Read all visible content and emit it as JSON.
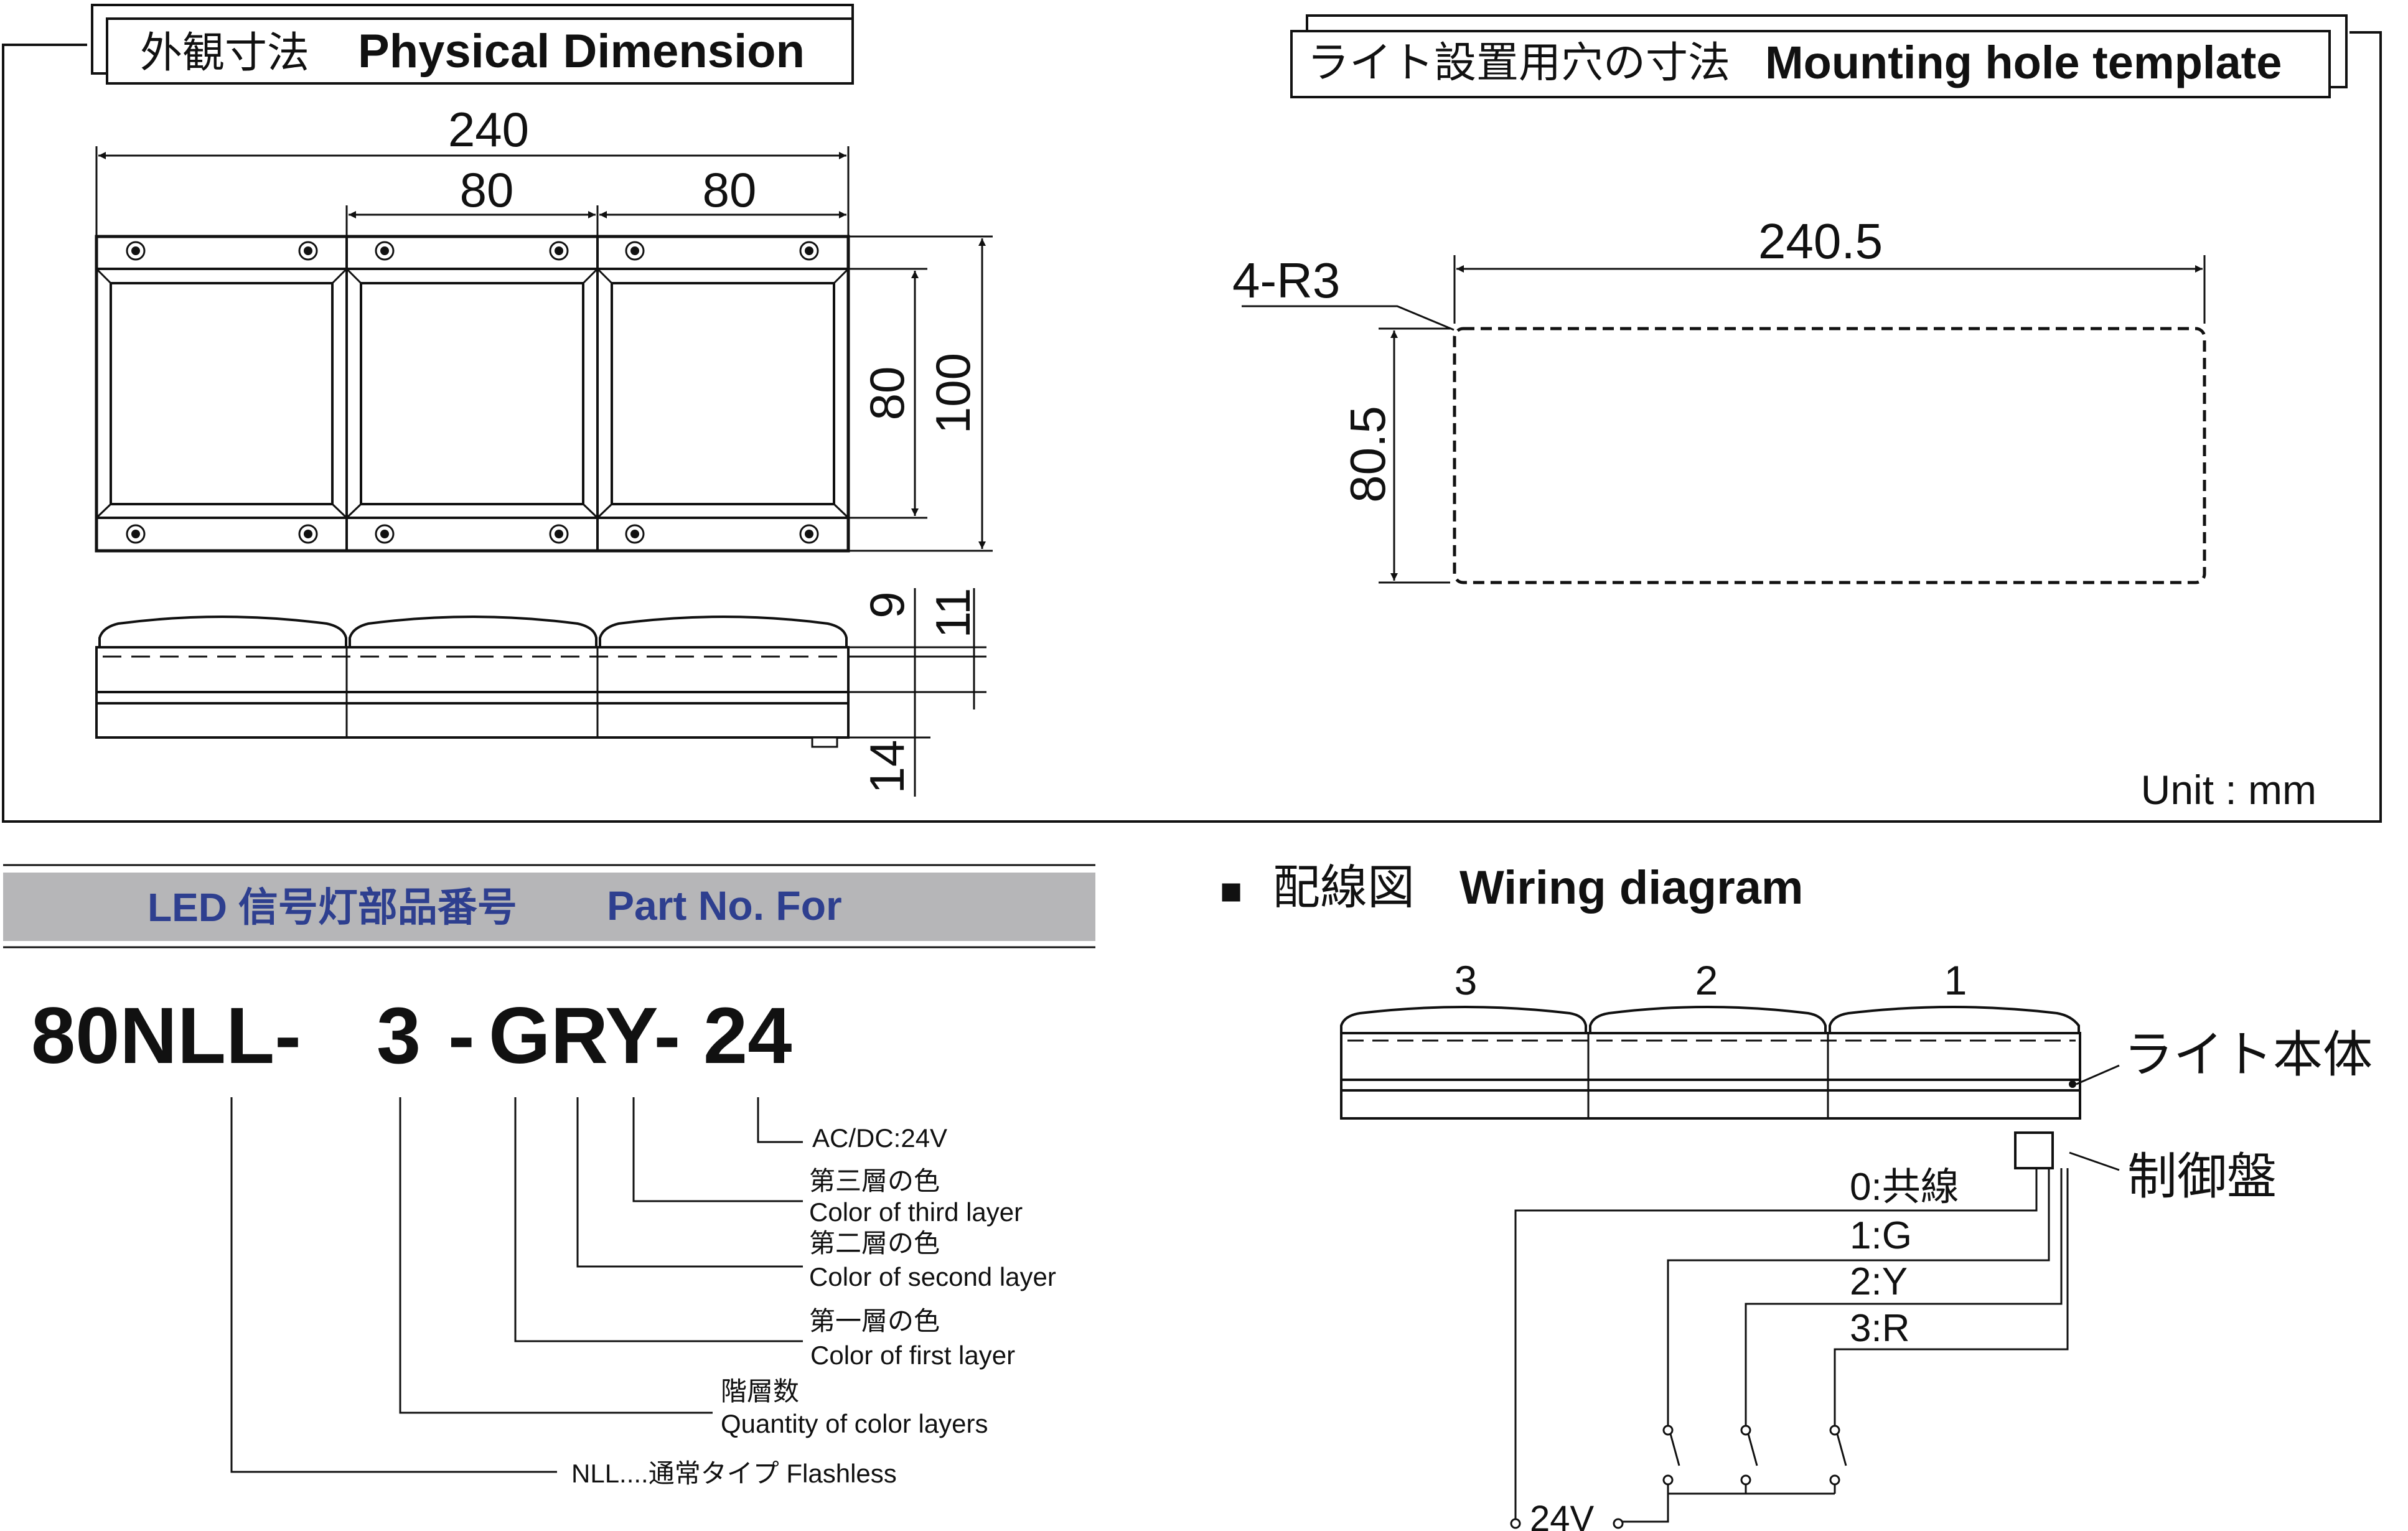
{
  "physical": {
    "title_jp": "外観寸法",
    "title_en": "Physical Dimension",
    "dim_total_width": "240",
    "dim_segment_1": "80",
    "dim_segment_2": "80",
    "dim_height_inner": "80",
    "dim_height_outer": "100",
    "dim_side_9": "9",
    "dim_side_11": "11",
    "dim_side_14": "14"
  },
  "mounting": {
    "title_jp": "ライト設置用穴の寸法",
    "title_en": "Mounting hole template",
    "dim_width": "240.5",
    "dim_height": "80.5",
    "corner_radius": "4-R3"
  },
  "unit_label": "Unit : mm",
  "part": {
    "header_jp": "LED 信号灯部品番号",
    "header_en": "Part No. For",
    "code": {
      "prefix": "80NLL-",
      "layers": "3",
      "dash1": "-",
      "colors": "GRY-",
      "voltage": "24"
    },
    "callouts": {
      "voltage": "AC/DC:24V",
      "third_jp": "第三層の色",
      "third_en": "Color of third layer",
      "second_jp": "第二層の色",
      "second_en": "Color of second layer",
      "first_jp": "第一層の色",
      "first_en": "Color of first layer",
      "qty_jp": "階層数",
      "qty_en": "Quantity of color layers",
      "type": "NLL....通常タイプ Flashless"
    }
  },
  "wiring": {
    "bullet": "■",
    "title_jp": "配線図",
    "title_en": "Wiring diagram",
    "lamp_numbers": [
      "3",
      "2",
      "1"
    ],
    "body_label": "ライト本体",
    "controller_label": "制御盤",
    "wires": [
      "0:共線",
      "1:G",
      "2:Y",
      "3:R"
    ],
    "supply": "24V"
  },
  "colors": {
    "ink": "#111111",
    "header_band": "#b6b6b8",
    "header_text": "#2e3f8f"
  }
}
